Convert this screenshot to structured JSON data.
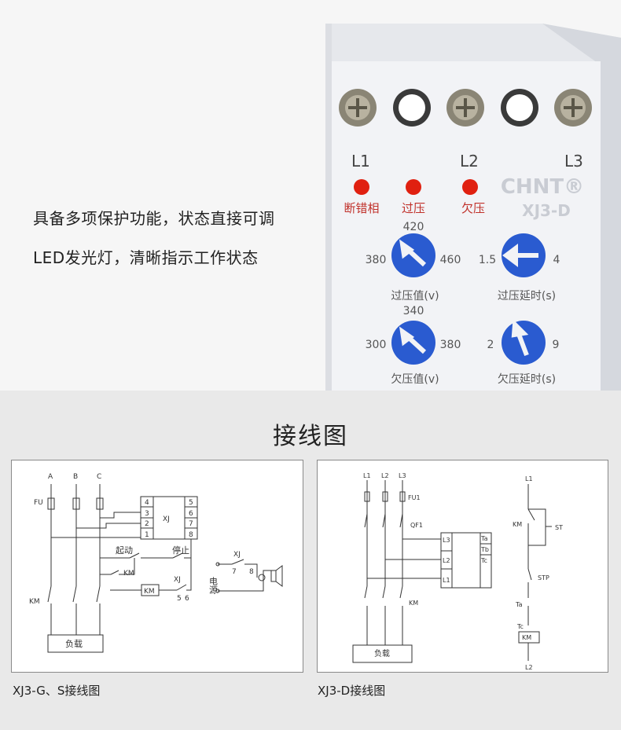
{
  "description": {
    "line1": "具备多项保护功能，状态直接可调",
    "line2": "LED发光灯，清晰指示工作状态"
  },
  "device": {
    "terminals": [
      "L1",
      "L2",
      "L3"
    ],
    "brand": "CHNT®",
    "model": "XJ3-D",
    "leds": [
      "断错相",
      "过压",
      "欠压"
    ],
    "knobs": [
      {
        "top": "420",
        "left": "380",
        "right": "460",
        "label": "过压值(v)"
      },
      {
        "top": "",
        "left": "1.5",
        "right": "4",
        "label": "过压延时(s)"
      },
      {
        "top": "340",
        "left": "300",
        "right": "380",
        "label": "欠压值(v)"
      },
      {
        "top": "",
        "left": "2",
        "right": "9",
        "label": "欠压延时(s)"
      }
    ],
    "colors": {
      "led": "#e02010",
      "knob": "#2a5bd0",
      "panel": "#f2f3f6"
    }
  },
  "wiring": {
    "title": "接线图",
    "left": {
      "caption": "XJ3-G、S接线图",
      "phases": [
        "A",
        "B",
        "C"
      ],
      "fuse": "FU",
      "relay": "XJ",
      "pins_left": [
        "4",
        "3",
        "2",
        "1"
      ],
      "pins_right": [
        "5",
        "6",
        "7",
        "8"
      ],
      "start": "起动",
      "stop": "停止",
      "km": "KM",
      "xj": "XJ",
      "pins_bottom": [
        "5",
        "6"
      ],
      "power": "电源",
      "xj2": "XJ",
      "pins_78": [
        "7",
        "8"
      ],
      "load": "负载"
    },
    "right": {
      "caption": "XJ3-D接线图",
      "phases": [
        "L1",
        "L2",
        "L3"
      ],
      "fuse": "FU1",
      "qf": "QF1",
      "terms_left": [
        "L3",
        "L2",
        "L1"
      ],
      "terms_right": [
        "Ta",
        "Tb",
        "Tc"
      ],
      "km": "KM",
      "load": "负载",
      "ctrl_l1": "L1",
      "ctrl_km": "KM",
      "st": "ST",
      "stp": "STP",
      "ta": "Ta",
      "tc": "Tc",
      "km_coil": "KM",
      "ctrl_l2": "L2"
    }
  }
}
